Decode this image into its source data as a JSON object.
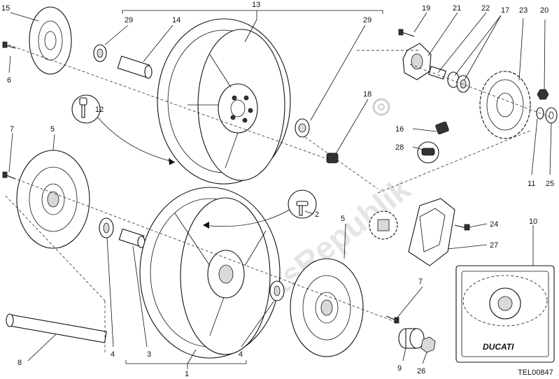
{
  "diagram": {
    "drawing_code": "TEL00847",
    "watermark": "PartsRepublik",
    "logo_text": "DUCATI",
    "callouts": {
      "c1": "1",
      "c2": "2",
      "c3": "3",
      "c4a": "4",
      "c4b": "4",
      "c5a": "5",
      "c5b": "5",
      "c6": "6",
      "c7a": "7",
      "c7b": "7",
      "c8": "8",
      "c9": "9",
      "c10": "10",
      "c11": "11",
      "c12": "12",
      "c13": "13",
      "c14": "14",
      "c15": "15",
      "c16": "16",
      "c17": "17",
      "c18": "18",
      "c19": "19",
      "c20": "20",
      "c21": "21",
      "c22": "22",
      "c23": "23",
      "c24": "24",
      "c25": "25",
      "c26": "26",
      "c27": "27",
      "c28": "28",
      "c29a": "29",
      "c29b": "29"
    }
  }
}
